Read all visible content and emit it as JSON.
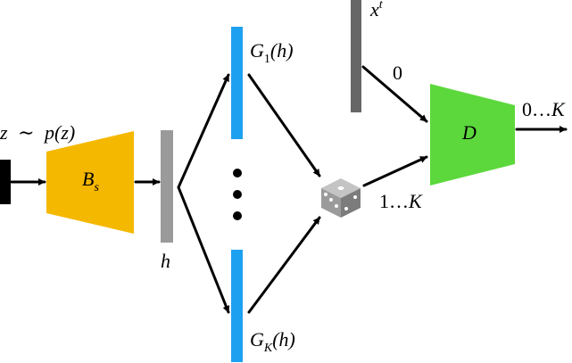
{
  "colors": {
    "generator_base": "#f5b800",
    "discriminator": "#5cd83c",
    "generator_bars": "#1ea0f0",
    "feature_bar": "#9a9a9a",
    "real_bar": "#666666",
    "noise_bar": "#000000",
    "dice_face": "#9b9b9b",
    "dice_top": "#c4c4c4",
    "dice_side": "#7c7c7c"
  },
  "icons": {
    "random_selector": "dice-icon",
    "ellipsis": "vertical-ellipsis-icon"
  },
  "labels": {
    "noise": {
      "var": "z",
      "sim": "∼",
      "p": "p",
      "arg": "(z)"
    },
    "base_network": {
      "main": "B",
      "sub": "s"
    },
    "feature": "h",
    "generator_top": {
      "main": "G",
      "sub": "1",
      "arg": "(h)"
    },
    "generator_bottom": {
      "main": "G",
      "sub": "K",
      "arg": "(h)"
    },
    "real_data": {
      "main": "x",
      "sup": "t"
    },
    "real_target": "0",
    "fake_target": {
      "pre": "1…",
      "k": "K"
    },
    "discriminator": "D",
    "output": {
      "pre": "0…",
      "k": "K"
    }
  }
}
